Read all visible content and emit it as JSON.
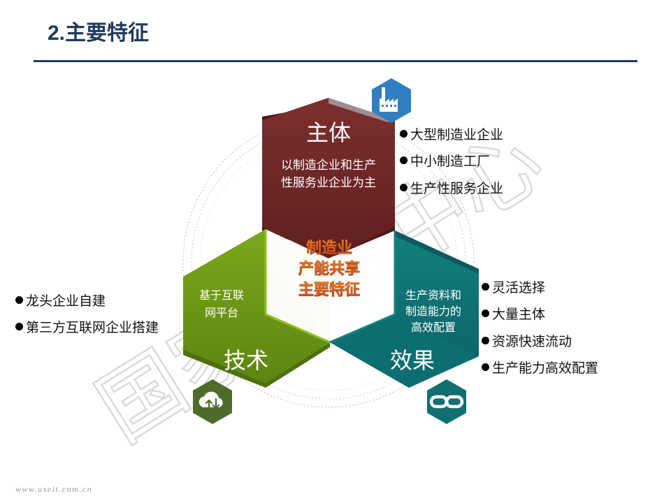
{
  "slide": {
    "title": "2.主要特征",
    "footer": "www.useit.com.cn",
    "watermark": "国家信息中心"
  },
  "diagram": {
    "center": {
      "lines": [
        "制造业",
        "产能共享",
        "主要特征"
      ]
    },
    "subject": {
      "heading": "主体",
      "desc_lines": [
        "以制造企业和生产",
        "性服务业企业为主"
      ],
      "icon": "factory-icon",
      "color": "#722828",
      "items": [
        "大型制造业企业",
        "中小制造工厂",
        "生产性服务企业"
      ]
    },
    "technology": {
      "heading": "技术",
      "desc_lines": [
        "基于互联",
        "网平台"
      ],
      "icon": "cloud-sync-icon",
      "color": "#6f9a15",
      "items": [
        "龙头企业自建",
        "第三方互联网企业搭建"
      ]
    },
    "effect": {
      "heading": "效果",
      "desc_lines": [
        "生产资料和",
        "制造能力的",
        "高效配置"
      ],
      "icon": "link-icon",
      "color": "#0f7377",
      "items": [
        "灵活选择",
        "大量主体",
        "资源快速流动",
        "生产能力高效配置"
      ]
    }
  }
}
